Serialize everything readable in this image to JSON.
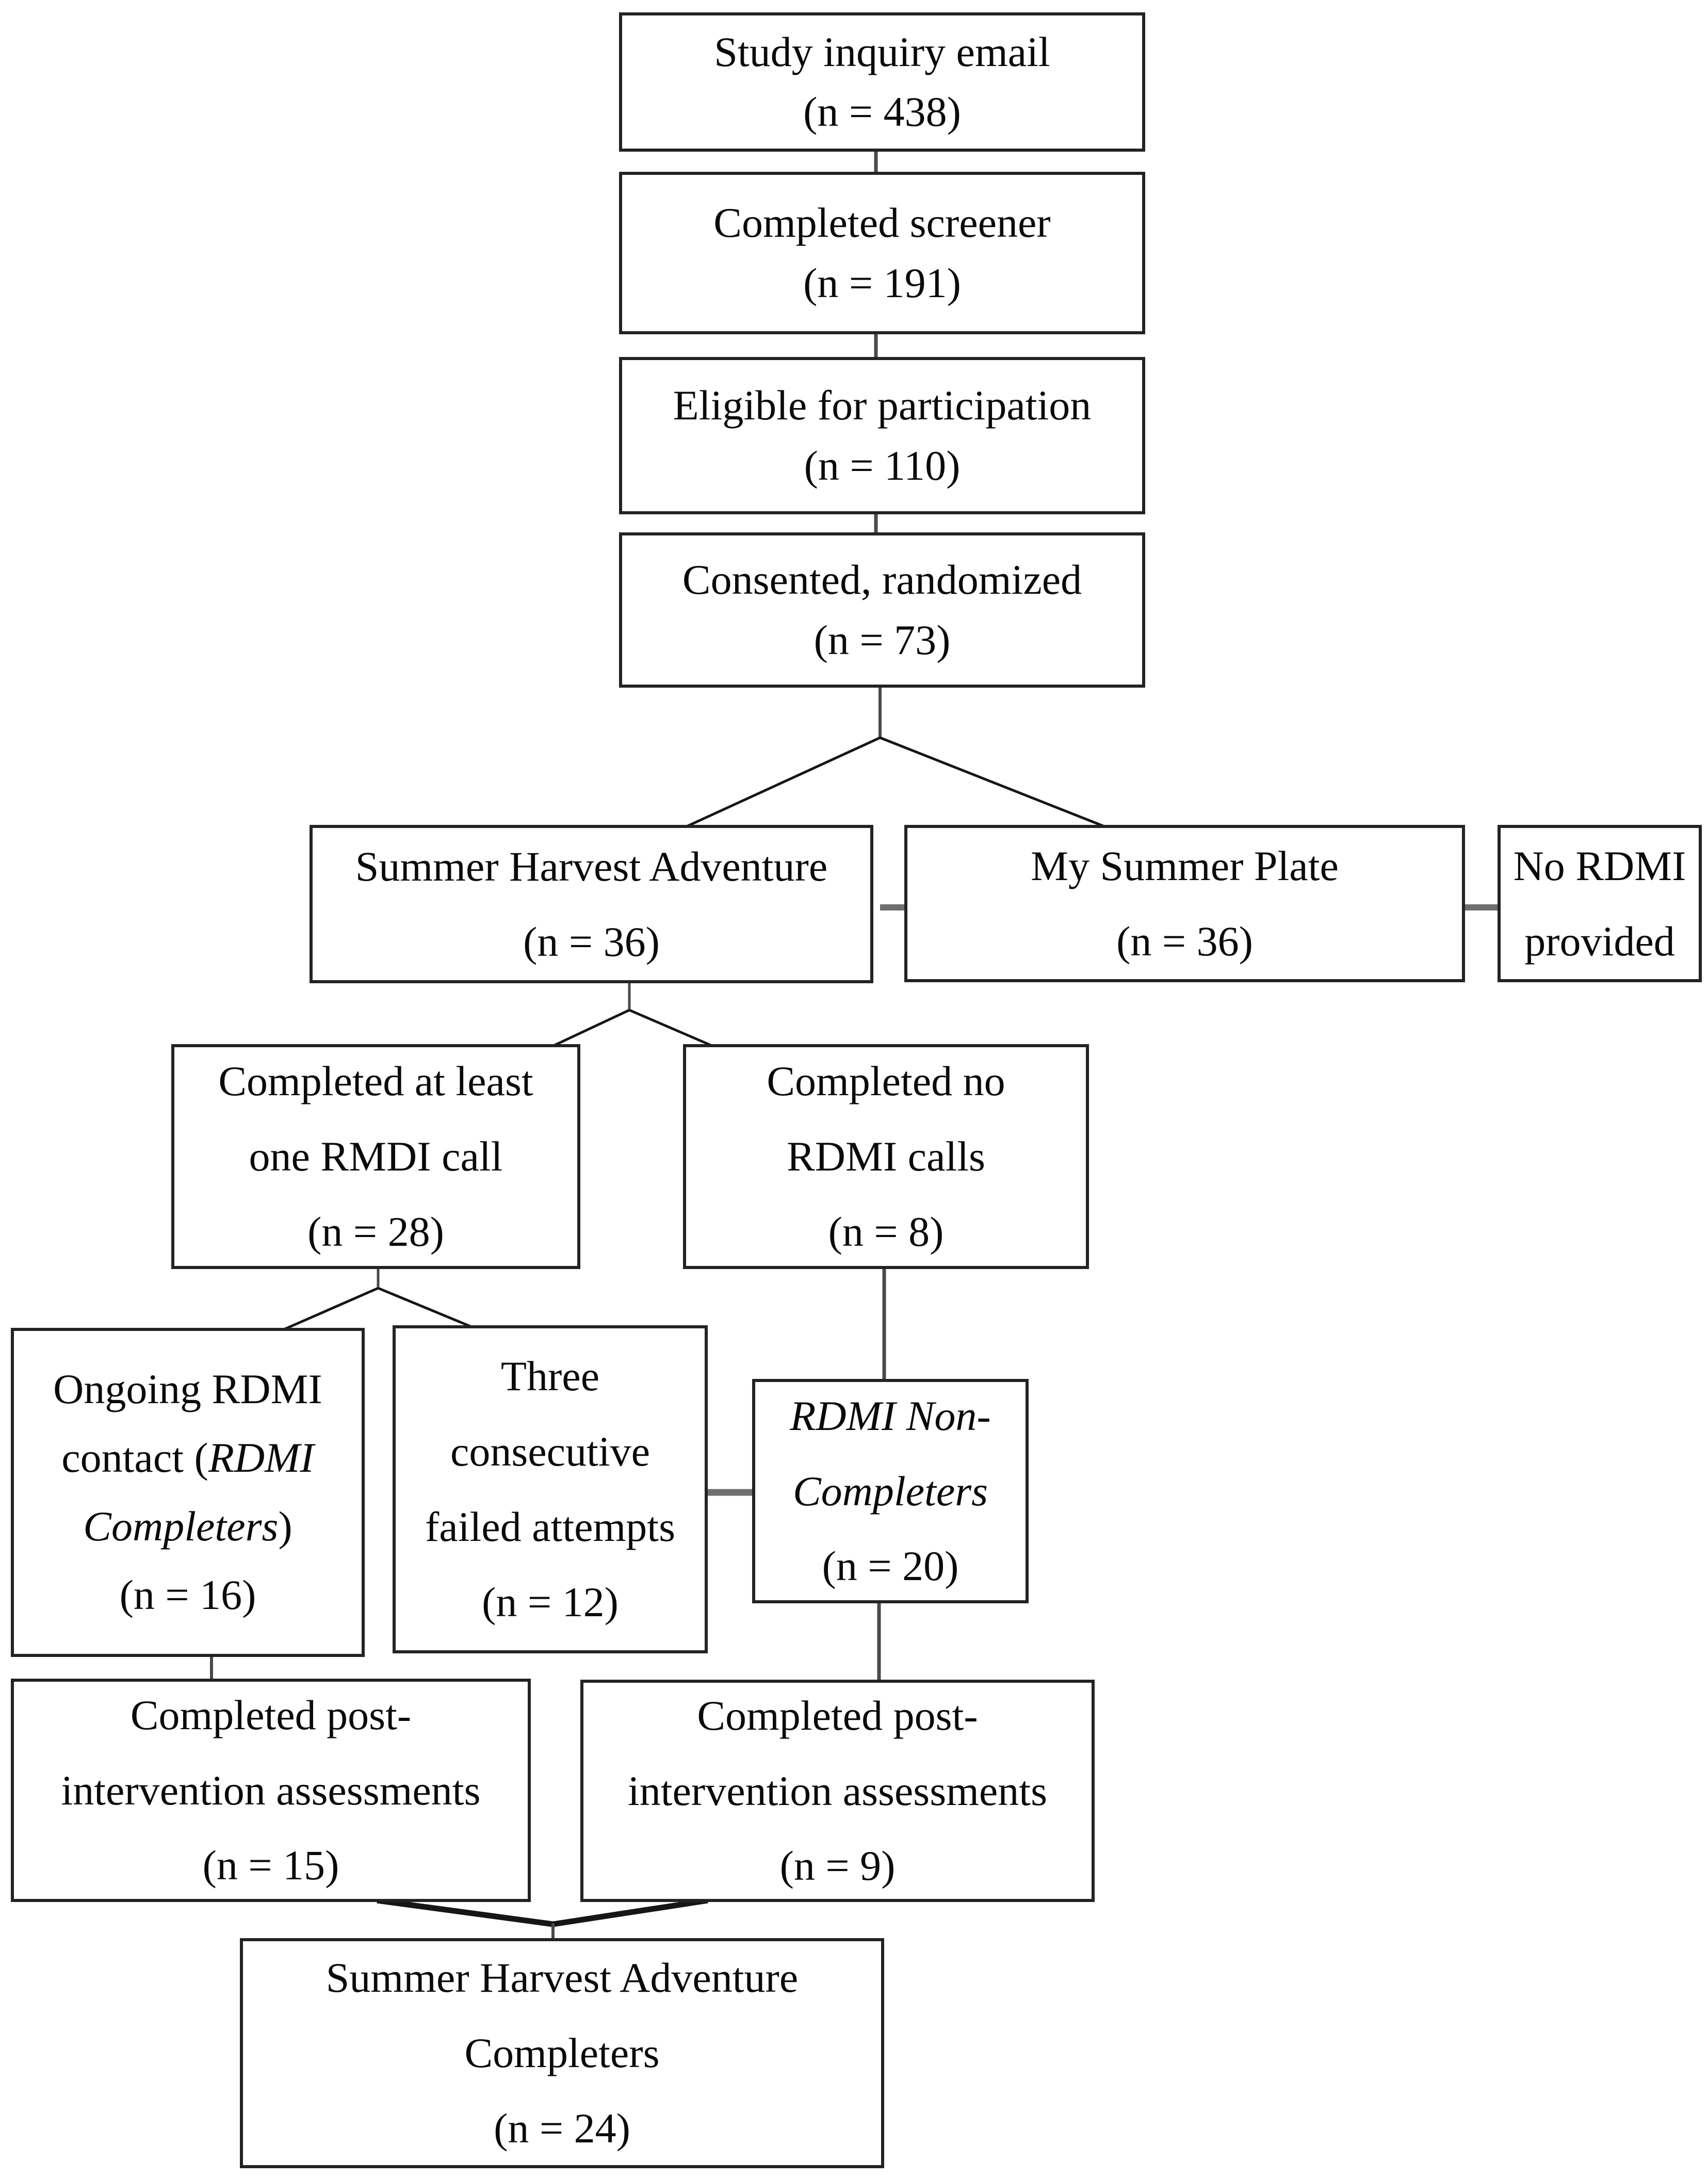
{
  "colors": {
    "background": "#ffffff",
    "box_border": "#232323",
    "text": "#0a0a0a",
    "connector": "#4a4a4a",
    "thick_connector": "#6e6e6e",
    "diagonal": "#161616"
  },
  "nodes": {
    "study_inquiry": {
      "line1": "Study inquiry email",
      "line2": "(n = 438)"
    },
    "completed_screener": {
      "line1": "Completed screener",
      "line2": "(n = 191)"
    },
    "eligible": {
      "line1": "Eligible for participation",
      "line2": "(n = 110)"
    },
    "consented": {
      "line1": "Consented, randomized",
      "line2": "(n = 73)"
    },
    "summer_harvest_adventure": {
      "line1": "Summer Harvest Adventure",
      "line2": "(n = 36)"
    },
    "my_summer_plate": {
      "line1": "My Summer Plate",
      "line2": "(n = 36)"
    },
    "no_rdmi_provided": {
      "line1": "No RDMI",
      "line2": "provided"
    },
    "completed_one_call": {
      "line1": "Completed at least",
      "line2": "one RMDI call",
      "line3": "(n = 28)"
    },
    "completed_no_calls": {
      "line1": "Completed no",
      "line2": "RDMI calls",
      "line3": "(n = 8)"
    },
    "ongoing_rdmi_contact": {
      "line1": "Ongoing RDMI",
      "line2_normal": "contact (",
      "line2_italic": "RDMI",
      "line3_italic": "Completers",
      "line3_normal": ")",
      "line4": "(n = 16)"
    },
    "three_failed_attempts": {
      "line1": "Three",
      "line2": "consecutive",
      "line3": "failed attempts",
      "line4": "(n = 12)"
    },
    "rdmi_non_completers": {
      "line1_italic": "RDMI Non-",
      "line2_italic": "Completers",
      "line3": "(n = 20)"
    },
    "post_intervention_sha": {
      "line1": "Completed post-",
      "line2": "intervention assessments",
      "line3": "(n = 15)"
    },
    "post_intervention_noncompleters": {
      "line1": "Completed post-",
      "line2": "intervention assessments",
      "line3": "(n = 9)"
    },
    "sha_completers": {
      "line1": "Summer Harvest Adventure",
      "line2": "Completers",
      "line3": "(n = 24)"
    }
  }
}
